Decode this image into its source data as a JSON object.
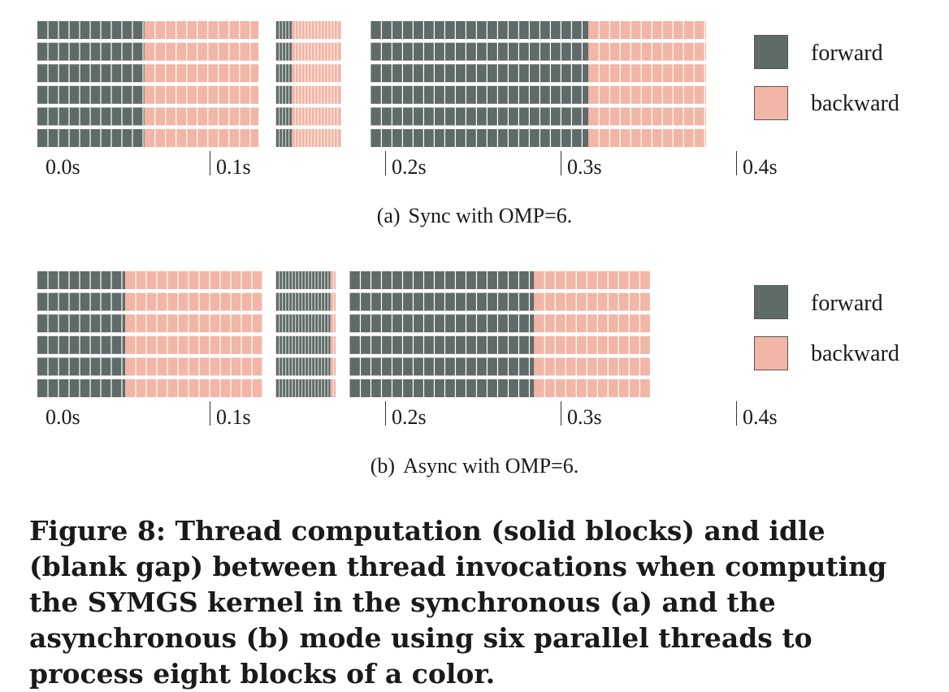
{
  "colors": {
    "forward": "#5f6b69",
    "backward": "#f2b6a6"
  },
  "legend": [
    {
      "key": "forward",
      "label": "forward"
    },
    {
      "key": "backward",
      "label": "backward"
    }
  ],
  "ticks": [
    "0.0s",
    "0.1s",
    "0.2s",
    "0.3s",
    "0.4s"
  ],
  "chart_data": [
    {
      "type": "timeline",
      "xlim": [
        0.0,
        0.4
      ],
      "x_unit": "s",
      "threads": 6,
      "legend_placement": "right",
      "caption_tag": "(a)",
      "caption_text": "Sync with OMP=6.",
      "phases": [
        {
          "name": "forward",
          "start": 0.0,
          "end": 0.061
        },
        {
          "name": "backward",
          "start": 0.061,
          "end": 0.126
        },
        {
          "name": "forward",
          "start": 0.136,
          "end": 0.145
        },
        {
          "name": "backward",
          "start": 0.145,
          "end": 0.173
        },
        {
          "name": "forward",
          "start": 0.19,
          "end": 0.314
        },
        {
          "name": "backward",
          "start": 0.314,
          "end": 0.381
        }
      ]
    },
    {
      "type": "timeline",
      "xlim": [
        0.0,
        0.4
      ],
      "x_unit": "s",
      "threads": 6,
      "legend_placement": "right",
      "caption_tag": "(b)",
      "caption_text": "Async with OMP=6.",
      "phases": [
        {
          "name": "forward",
          "start": 0.0,
          "end": 0.05
        },
        {
          "name": "backward",
          "start": 0.05,
          "end": 0.128
        },
        {
          "name": "forward",
          "start": 0.136,
          "end": 0.167
        },
        {
          "name": "backward",
          "start": 0.167,
          "end": 0.17
        },
        {
          "name": "forward",
          "start": 0.178,
          "end": 0.283
        },
        {
          "name": "backward",
          "start": 0.283,
          "end": 0.349
        }
      ]
    }
  ],
  "figure_caption": "Figure 8: Thread computation (solid blocks) and idle (blank gap) between thread invocations when computing the SYMGS kernel in the synchronous (a) and the asynchronous (b) mode using six parallel threads to process eight blocks of a color."
}
